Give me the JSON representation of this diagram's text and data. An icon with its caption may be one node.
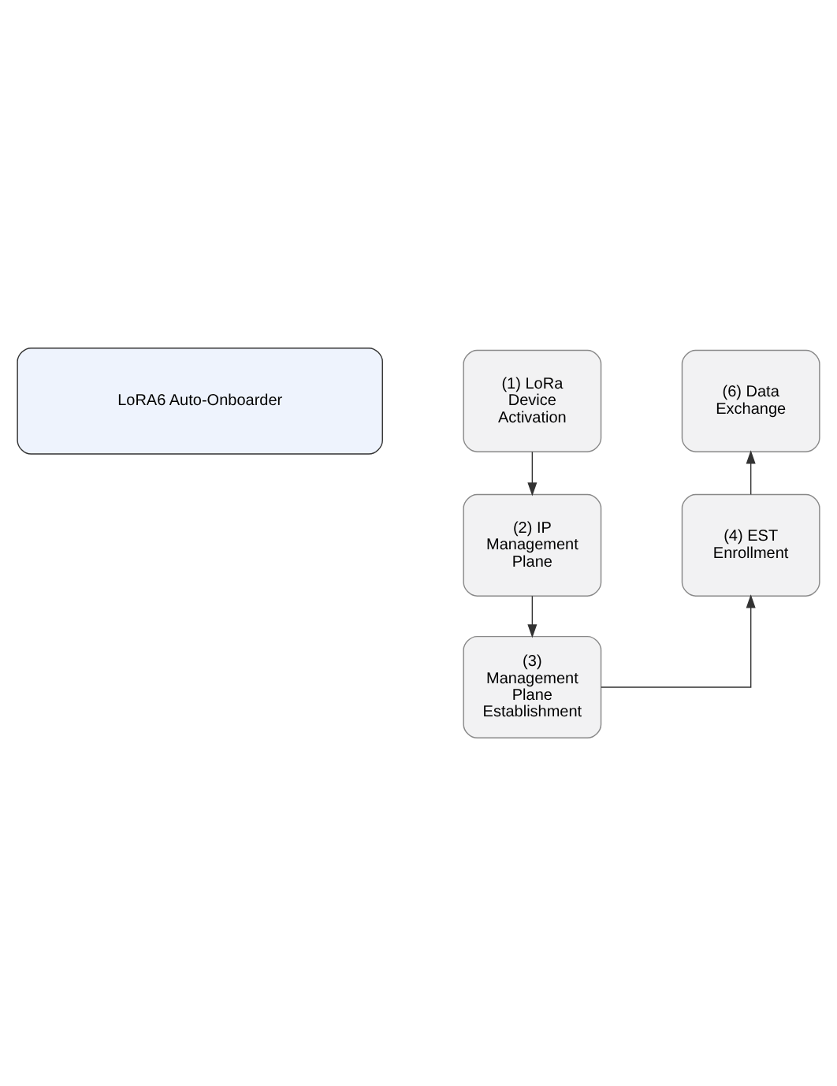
{
  "diagram": {
    "nodes": [
      {
        "text": [
          "LoRA6 Auto-Onboarder"
        ]
      },
      {
        "text": [
          "(1) LoRa Device Activation"
        ]
      },
      {
        "text": [
          "(2) IP Management Plane"
        ]
      },
      {
        "text": [
          "(3) Management Plane Establishment"
        ]
      },
      {
        "text": [
          "(4) EST Enrollment"
        ]
      },
      {
        "text": [
          "(6) Data Exchange"
        ]
      }
    ],
    "edges": [
      {
        "from": 1,
        "to": 2,
        "arrow": "to"
      },
      {
        "from": 2,
        "to": 3,
        "arrow": "to"
      },
      {
        "from": 3,
        "to": 4,
        "arrow": "to"
      },
      {
        "from": 4,
        "to": 5,
        "arrow": "to"
      }
    ]
  }
}
